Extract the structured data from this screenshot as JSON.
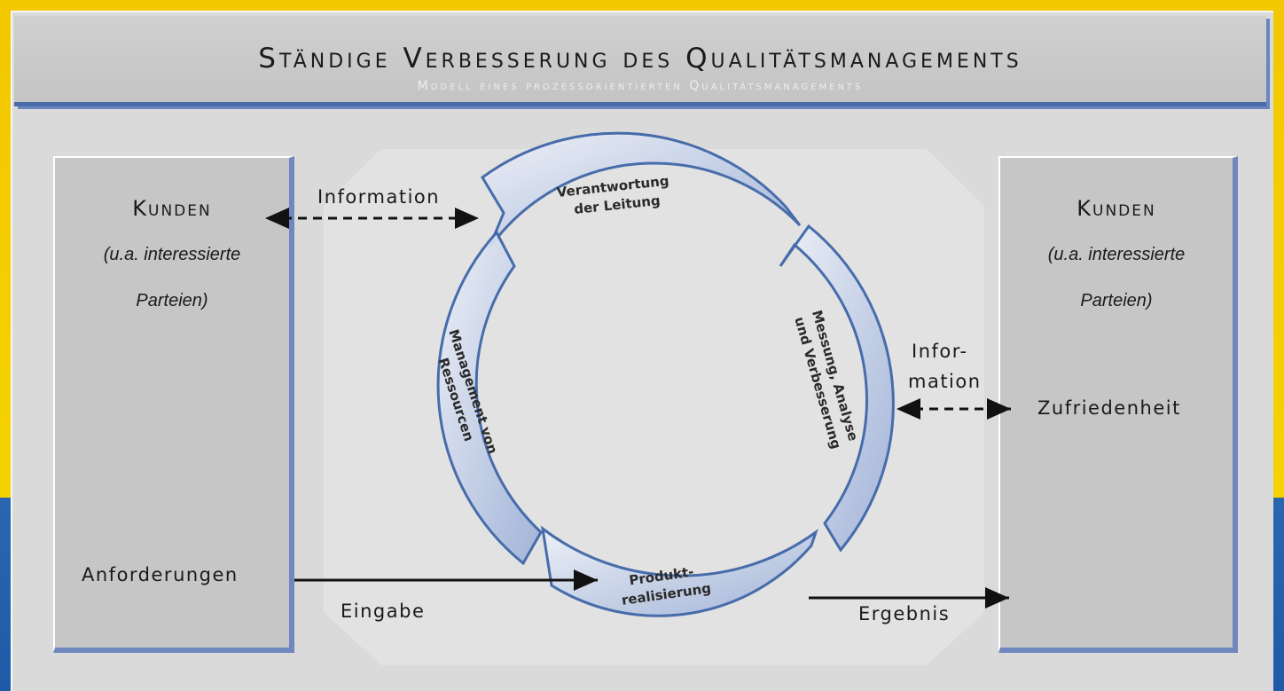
{
  "title": "Ständige Verbesserung des Qualitätsmanagements",
  "subtitle": "Modell eines prozessorientierten Qualitätsmanagements",
  "customers_left": {
    "heading": "Kunden",
    "line1": "(u.a. interessierte",
    "line2": "Parteien)",
    "requirements": "Anforderungen"
  },
  "customers_right": {
    "heading": "Kunden",
    "line1": "(u.a. interessierte",
    "line2": "Parteien)",
    "satisfaction": "Zufriedenheit"
  },
  "cycle": {
    "top": [
      "Verantwortung",
      "der Leitung"
    ],
    "right": [
      "Messung, Analyse",
      "und Verbesserung"
    ],
    "bottom": [
      "Produkt-",
      "realisierung"
    ],
    "left": [
      "Management von",
      "Ressourcen"
    ]
  },
  "flows": {
    "information_top": "Information",
    "information_right_1": "Infor-",
    "information_right_2": "mation",
    "input": "Eingabe",
    "output": "Ergebnis"
  },
  "colors": {
    "background_yellow": "#f6d200",
    "background_blue": "#1f5aa8",
    "panel": "#dadada",
    "box": "#c6c6c6",
    "accent_blue": "#6f88c0",
    "segment_light": "#dfe6f4",
    "segment_dark": "#9fb2d8"
  }
}
